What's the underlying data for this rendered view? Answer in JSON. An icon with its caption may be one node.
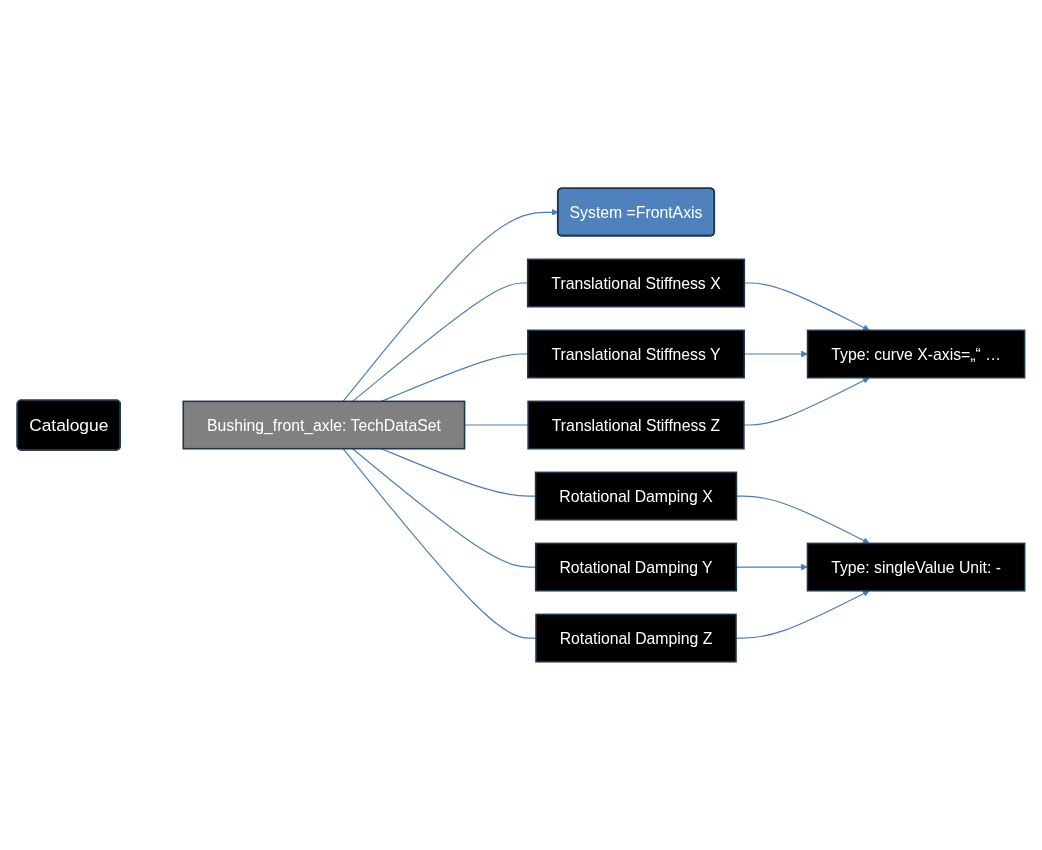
{
  "diagram": {
    "nodes": [
      {
        "text": [
          "Catalogue"
        ]
      },
      {
        "text": [
          "Bushing_front_axle: TechDataSet"
        ]
      },
      {
        "text": [
          "System =FrontAxis"
        ]
      },
      {
        "text": [
          "Translational Stiffness X"
        ]
      },
      {
        "text": [
          "Translational Stiffness Y"
        ]
      },
      {
        "text": [
          "Translational Stiffness Z"
        ]
      },
      {
        "text": [
          "Type: curve X-axis=„“ …"
        ]
      },
      {
        "text": [
          "Rotational Damping X"
        ]
      },
      {
        "text": [
          "Rotational Damping Y"
        ]
      },
      {
        "text": [
          "Rotational Damping Z"
        ]
      },
      {
        "text": [
          "Type: singleValue Unit: -"
        ]
      }
    ],
    "edges": [
      {
        "from": 1,
        "to": 2,
        "arrow": "to"
      },
      {
        "from": 1,
        "to": 3,
        "arrow": "none"
      },
      {
        "from": 1,
        "to": 4,
        "arrow": "none"
      },
      {
        "from": 1,
        "to": 5,
        "arrow": "none"
      },
      {
        "from": 1,
        "to": 7,
        "arrow": "none"
      },
      {
        "from": 1,
        "to": 8,
        "arrow": "none"
      },
      {
        "from": 1,
        "to": 9,
        "arrow": "none"
      },
      {
        "from": 3,
        "to": 6,
        "arrow": "to"
      },
      {
        "from": 4,
        "to": 6,
        "arrow": "to"
      },
      {
        "from": 5,
        "to": 6,
        "arrow": "to"
      },
      {
        "from": 7,
        "to": 10,
        "arrow": "to"
      },
      {
        "from": 8,
        "to": 10,
        "arrow": "to"
      },
      {
        "from": 9,
        "to": 10,
        "arrow": "to"
      }
    ]
  }
}
